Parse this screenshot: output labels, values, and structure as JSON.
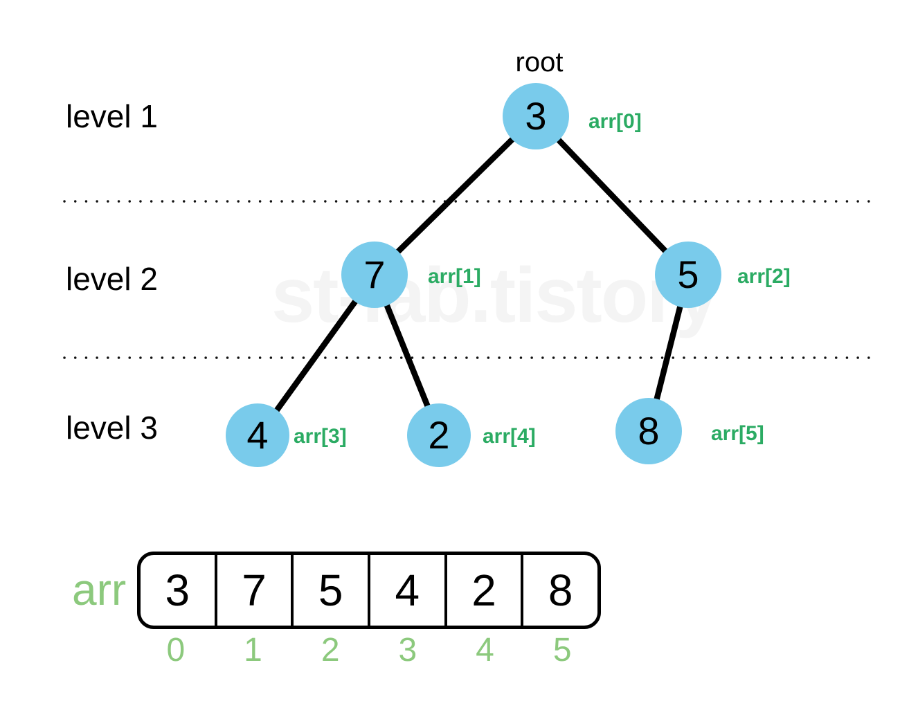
{
  "watermark": "st-lab.tistory",
  "tree": {
    "root_pointer_label": "root",
    "level_labels": [
      "level 1",
      "level 2",
      "level 3"
    ],
    "nodes": [
      {
        "value": "3",
        "array_ref": "arr[0]",
        "level": 1
      },
      {
        "value": "7",
        "array_ref": "arr[1]",
        "level": 2
      },
      {
        "value": "5",
        "array_ref": "arr[2]",
        "level": 2
      },
      {
        "value": "4",
        "array_ref": "arr[3]",
        "level": 3
      },
      {
        "value": "2",
        "array_ref": "arr[4]",
        "level": 3
      },
      {
        "value": "8",
        "array_ref": "arr[5]",
        "level": 3
      }
    ],
    "edges": [
      {
        "from": "3",
        "to": "7"
      },
      {
        "from": "3",
        "to": "5"
      },
      {
        "from": "7",
        "to": "4"
      },
      {
        "from": "7",
        "to": "2"
      },
      {
        "from": "5",
        "to": "8"
      }
    ]
  },
  "array": {
    "label": "arr",
    "values": [
      "3",
      "7",
      "5",
      "4",
      "2",
      "8"
    ],
    "indices": [
      "0",
      "1",
      "2",
      "3",
      "4",
      "5"
    ]
  },
  "colors": {
    "node_fill": "#79CBEB",
    "array_ref_green": "#2BAB63",
    "array_green": "#8CC97D",
    "line_black": "#000000",
    "watermark_gray": "#F4F4F4"
  }
}
